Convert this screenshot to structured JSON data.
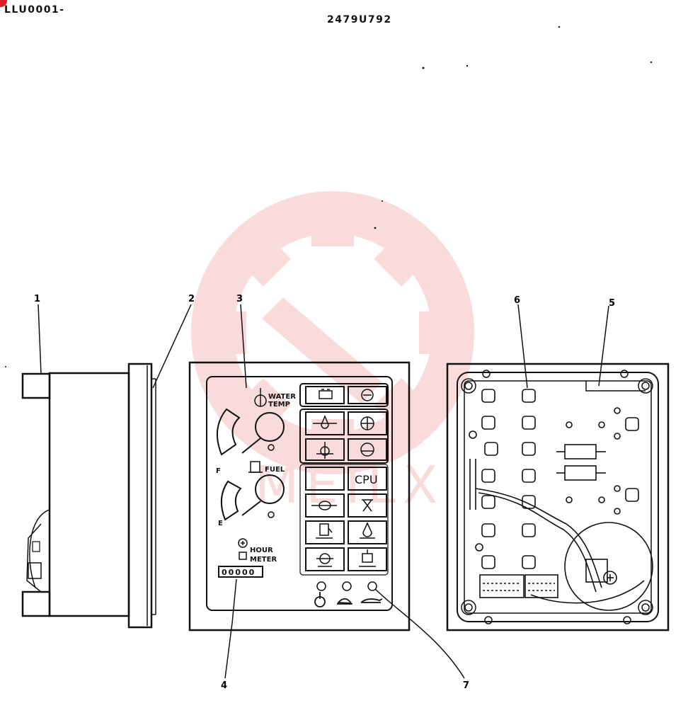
{
  "header": {
    "doc_code": "LLU0001-",
    "doc_number": "2479U792"
  },
  "watermark": {
    "text": "MEILX",
    "color": "#f08080"
  },
  "callouts": {
    "c1": "1",
    "c2": "2",
    "c3": "3",
    "c4": "4",
    "c5": "5",
    "c6": "6",
    "c7": "7"
  },
  "panel": {
    "water_temp_line1": "WATER",
    "water_temp_line2": "TEMP",
    "fuel_label": "FUEL",
    "fuel_full": "F",
    "fuel_empty": "E",
    "hour_meter_line1": "HOUR",
    "hour_meter_line2": "METER",
    "hour_meter_digits": "00000",
    "cpu_label": "CPU"
  },
  "icons": {
    "battery": "battery-icon",
    "charge": "charge-icon",
    "oil_pressure": "oil-pressure-icon",
    "air_filter": "air-filter-icon",
    "coolant": "coolant-level-icon",
    "fuel_pump": "fuel-icon",
    "gear_pump": "hydraulic-pump-icon",
    "lamp": "work-lamp-icon",
    "gauge_thermo": "thermometer-icon",
    "gauge_fuel": "fuel-pump-icon",
    "speed_turtle": "turtle-icon",
    "speed_rabbit": "rabbit-icon",
    "auto_decel": "auto-decel-icon"
  }
}
